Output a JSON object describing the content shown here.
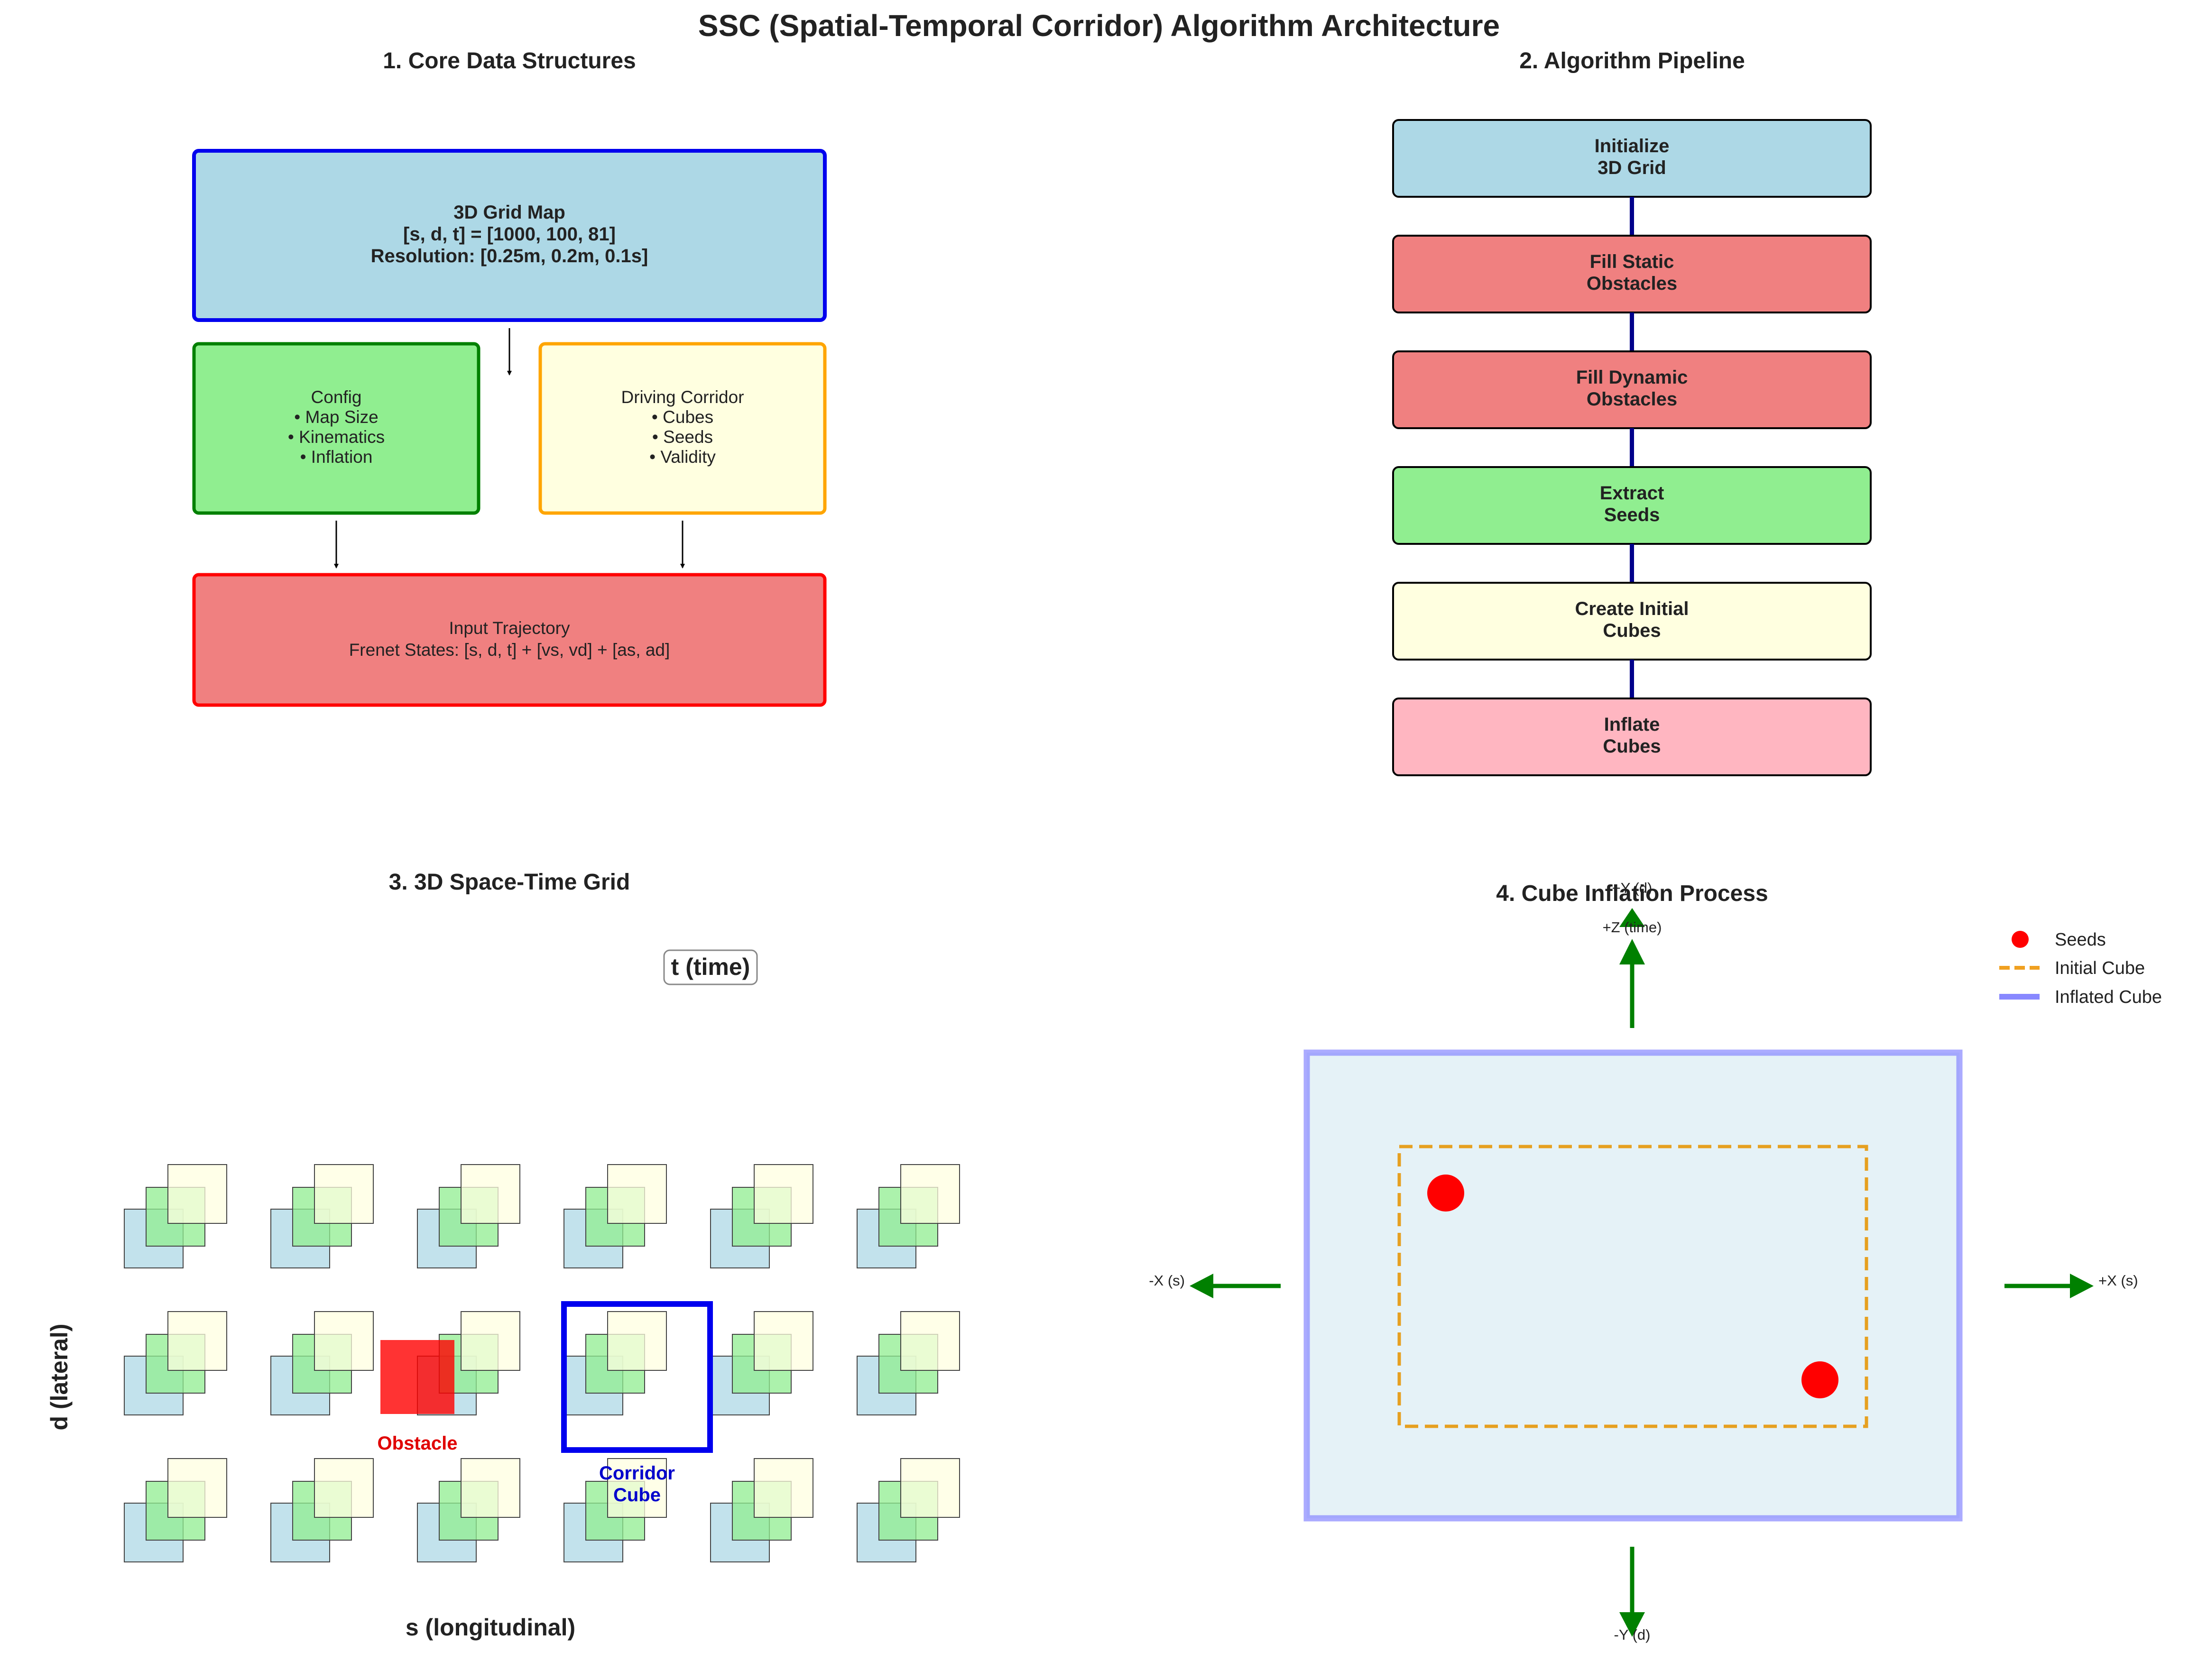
{
  "title": "SSC (Spatial-Temporal Corridor) Algorithm Architecture",
  "panel1": {
    "title": "1. Core Data Structures",
    "grid_map": [
      "3D Grid Map",
      "[s, d, t] = [1000, 100, 81]",
      "Resolution: [0.25m, 0.2m, 0.1s]"
    ],
    "config": [
      "Config",
      "• Map Size",
      "• Kinematics",
      "• Inflation"
    ],
    "corridor": [
      "Driving Corridor",
      "• Cubes",
      "• Seeds",
      "• Validity"
    ],
    "input": [
      "Input Trajectory",
      "Frenet States: [s, d, t] + [vs, vd] + [as, ad]"
    ]
  },
  "panel2": {
    "title": "2. Algorithm Pipeline",
    "steps": [
      {
        "lines": [
          "Initialize",
          "3D Grid"
        ],
        "color": "#add8e6"
      },
      {
        "lines": [
          "Fill Static",
          "Obstacles"
        ],
        "color": "#f08080"
      },
      {
        "lines": [
          "Fill Dynamic",
          "Obstacles"
        ],
        "color": "#f08080"
      },
      {
        "lines": [
          "Extract",
          "Seeds"
        ],
        "color": "#90ee90"
      },
      {
        "lines": [
          "Create Initial",
          "Cubes"
        ],
        "color": "#ffffe0"
      },
      {
        "lines": [
          "Inflate",
          "Cubes"
        ],
        "color": "#ffb6c1"
      }
    ]
  },
  "panel3": {
    "title": "3. 3D Space-Time Grid",
    "t_label": "t (time)",
    "d_label": "d (lateral)",
    "s_label": "s (longitudinal)",
    "obstacle_label": "Obstacle",
    "corridor_label": [
      "Corridor",
      "Cube"
    ]
  },
  "panel4": {
    "title": "4. Cube Inflation Process",
    "directions": {
      "pos_z": "+Z (time)",
      "pos_y": "+Y (d)",
      "neg_x": "-X (s)",
      "pos_x": "+X (s)",
      "neg_y": "-Y (d)"
    },
    "legend": [
      "Seeds",
      "Initial Cube",
      "Inflated Cube"
    ]
  },
  "colors": {
    "light_blue": "#add8e6",
    "light_green": "#90ee90",
    "light_yellow": "#ffffe0",
    "light_coral": "#f08080",
    "pink": "#ffb6c1",
    "corridor_blue": "#0000ff",
    "obstacle_red": "#ff0000",
    "arrow_green": "#008000",
    "initial_cube": "#f0a020",
    "inflated_cube": "#8888ff",
    "pipeline_line": "#00008b"
  }
}
